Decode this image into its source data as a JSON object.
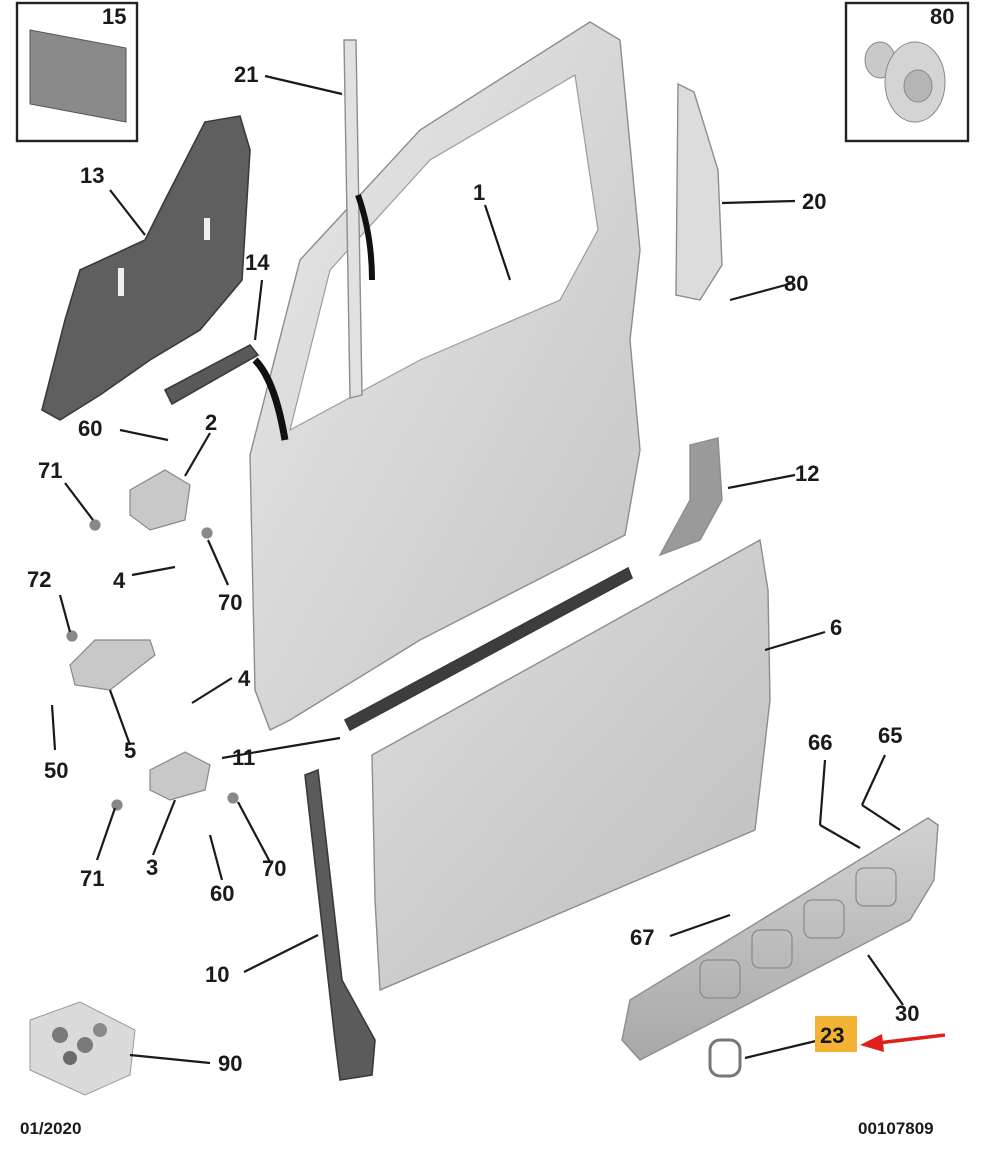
{
  "callouts": [
    {
      "id": "c15",
      "text": "15"
    },
    {
      "id": "c80a",
      "text": "80"
    },
    {
      "id": "c21",
      "text": "21"
    },
    {
      "id": "c13",
      "text": "13"
    },
    {
      "id": "c1",
      "text": "1"
    },
    {
      "id": "c20",
      "text": "20"
    },
    {
      "id": "c80b",
      "text": "80"
    },
    {
      "id": "c14",
      "text": "14"
    },
    {
      "id": "c60a",
      "text": "60"
    },
    {
      "id": "c2",
      "text": "2"
    },
    {
      "id": "c71a",
      "text": "71"
    },
    {
      "id": "c12",
      "text": "12"
    },
    {
      "id": "c4a",
      "text": "4"
    },
    {
      "id": "c70a",
      "text": "70"
    },
    {
      "id": "c72",
      "text": "72"
    },
    {
      "id": "c6",
      "text": "6"
    },
    {
      "id": "c4b",
      "text": "4"
    },
    {
      "id": "c5",
      "text": "5"
    },
    {
      "id": "c50",
      "text": "50"
    },
    {
      "id": "c11",
      "text": "11"
    },
    {
      "id": "c66",
      "text": "66"
    },
    {
      "id": "c65",
      "text": "65"
    },
    {
      "id": "c71b",
      "text": "71"
    },
    {
      "id": "c3",
      "text": "3"
    },
    {
      "id": "c60b",
      "text": "60"
    },
    {
      "id": "c70b",
      "text": "70"
    },
    {
      "id": "c67",
      "text": "67"
    },
    {
      "id": "c10",
      "text": "10"
    },
    {
      "id": "c30",
      "text": "30"
    },
    {
      "id": "c23",
      "text": "23"
    },
    {
      "id": "c90",
      "text": "90"
    }
  ],
  "footer": {
    "date": "01/2020",
    "reference": "00107809"
  },
  "colors": {
    "highlight": "#f5b335",
    "arrow": "#e0201b",
    "part_fill": "#d6d6d6",
    "part_dark": "#5a5a5a"
  }
}
